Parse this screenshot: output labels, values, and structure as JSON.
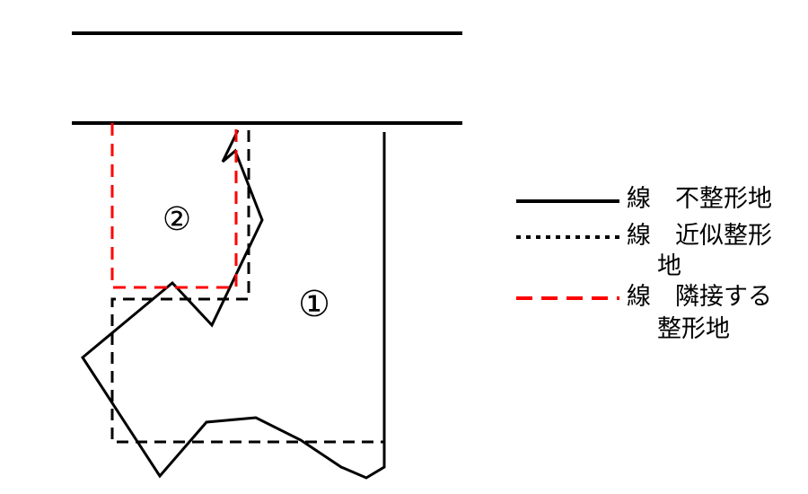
{
  "parcels": {
    "parcel_1": "①",
    "parcel_2": "②"
  },
  "legend": {
    "solid": {
      "line1": "線　不整形地",
      "line2": ""
    },
    "dotted": {
      "line1": "線　近似整形",
      "line2": "地"
    },
    "dashed_red": {
      "line1": "線　隣接する",
      "line2": "整形地"
    }
  },
  "colors": {
    "line": "#000000",
    "adjacent": "#ff0000",
    "background": "#ffffff"
  }
}
